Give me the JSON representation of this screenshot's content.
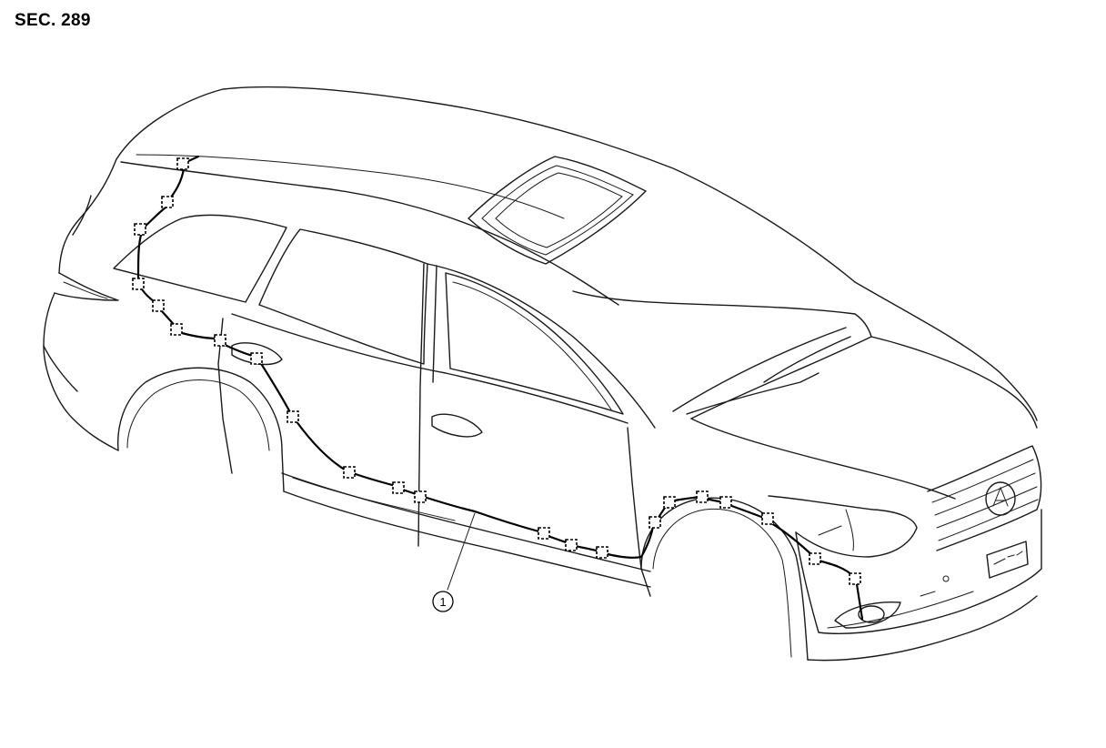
{
  "section_label": "SEC. 289",
  "callouts": [
    {
      "id": "1",
      "label": "1"
    }
  ],
  "icons": {
    "vehicle": "suv-body-outline-icon",
    "clip": "dashed-square-clip-icon",
    "emblem": "brand-emblem-icon"
  },
  "colors": {
    "line": "#000000",
    "background": "#ffffff"
  }
}
